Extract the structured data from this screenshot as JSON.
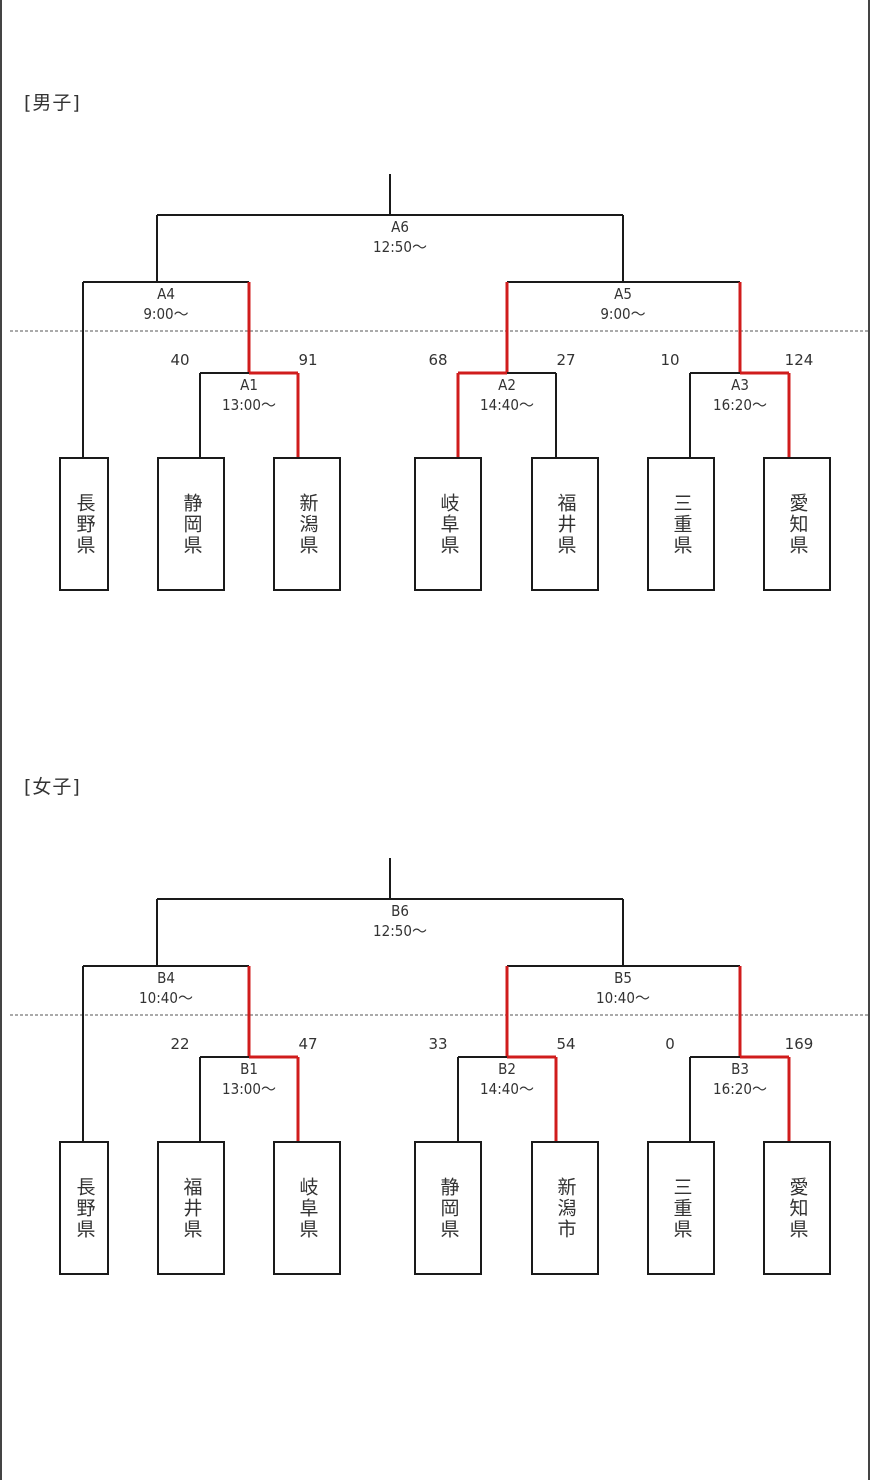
{
  "sections": [
    {
      "title": "[男子]",
      "final": {
        "code": "A6",
        "time": "12:50〜"
      },
      "semis": [
        {
          "code": "A4",
          "time": "9:00〜"
        },
        {
          "code": "A5",
          "time": "9:00〜"
        }
      ],
      "firsts": [
        {
          "code": "A1",
          "time": "13:00〜",
          "score_left": "40",
          "score_right": "91",
          "winner": "right"
        },
        {
          "code": "A2",
          "time": "14:40〜",
          "score_left": "68",
          "score_right": "27",
          "winner": "left"
        },
        {
          "code": "A3",
          "time": "16:20〜",
          "score_left": "10",
          "score_right": "124",
          "winner": "right"
        }
      ],
      "teams": [
        "長野県",
        "静岡県",
        "新潟県",
        "岐阜県",
        "福井県",
        "三重県",
        "愛知県"
      ]
    },
    {
      "title": "[女子]",
      "final": {
        "code": "B6",
        "time": "12:50〜"
      },
      "semis": [
        {
          "code": "B4",
          "time": "10:40〜"
        },
        {
          "code": "B5",
          "time": "10:40〜"
        }
      ],
      "firsts": [
        {
          "code": "B1",
          "time": "13:00〜",
          "score_left": "22",
          "score_right": "47",
          "winner": "right"
        },
        {
          "code": "B2",
          "time": "14:40〜",
          "score_left": "33",
          "score_right": "54",
          "winner": "right"
        },
        {
          "code": "B3",
          "time": "16:20〜",
          "score_left": "0",
          "score_right": "169",
          "winner": "right"
        }
      ],
      "teams": [
        "長野県",
        "福井県",
        "岐阜県",
        "静岡県",
        "新潟市",
        "三重県",
        "愛知県"
      ]
    }
  ],
  "colors": {
    "line": "#1a1a1a",
    "winner_path": "#d01c1c",
    "text": "#333333"
  }
}
